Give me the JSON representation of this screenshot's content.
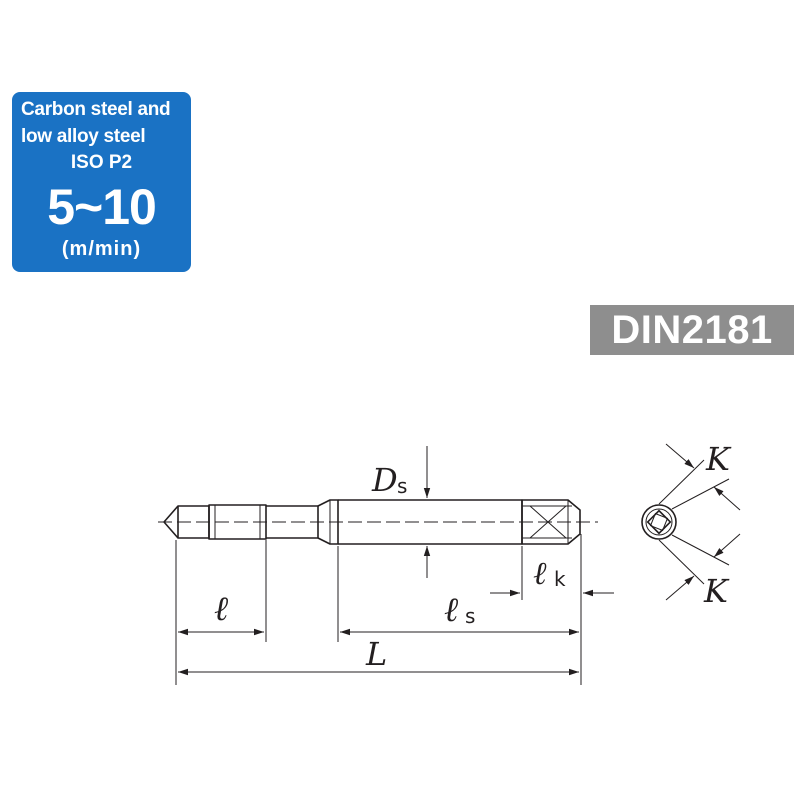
{
  "badge": {
    "line1": "Carbon steel and",
    "line2": "low alloy steel",
    "line3": "ISO P2",
    "speed": "5~10",
    "unit": "(m/min)",
    "color": "#1a72c4"
  },
  "standard": {
    "label": "DIN2181",
    "color": "#8e8e8e"
  },
  "dimensions": {
    "Ds": {
      "letter": "D",
      "sub": "s"
    },
    "l": {
      "letter": "ℓ"
    },
    "ls": {
      "letter": "ℓ",
      "sub": "s"
    },
    "lk": {
      "letter": "ℓ",
      "sub": "k"
    },
    "L": {
      "letter": "L"
    },
    "K_top": {
      "letter": "K"
    },
    "K_bottom": {
      "letter": "K"
    }
  }
}
